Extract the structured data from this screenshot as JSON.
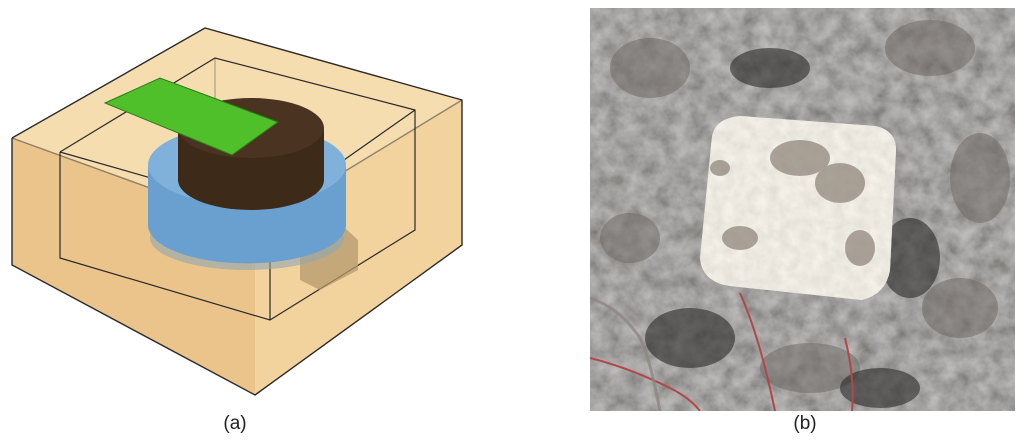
{
  "figure": {
    "panel_a": {
      "caption": "(a)",
      "description_icon": "sensor-enclosure-3d-diagram",
      "colors": {
        "enclosure": "#f3d8a6",
        "enclosure_edge": "#2a2a2a",
        "cylinder_top": "#4a3320",
        "ring": "#6aa0cf",
        "plate": "#4fbf2a"
      }
    },
    "panel_b": {
      "caption": "(b)",
      "description_icon": "buried-cube-photo",
      "colors": {
        "soil": "#4a4644",
        "cube": "#e6e2d6",
        "root": "#b0474a"
      }
    }
  }
}
